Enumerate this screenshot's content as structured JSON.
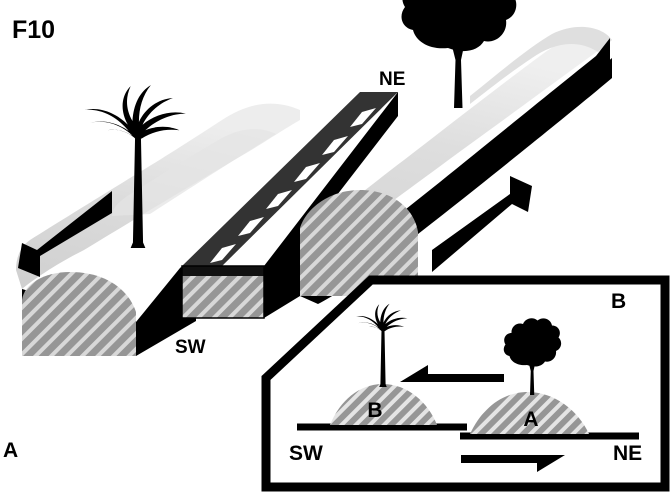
{
  "figure": {
    "id_label": "F10",
    "type": "geologic-block-diagram",
    "description": "Block diagram of a right-lateral strike-slip fault offsetting a ridge and a road, with cross-section inset"
  },
  "main_diagram": {
    "name": "block-diagram",
    "labels": {
      "corner_label": "F10",
      "sw_label": "SW",
      "ne_label": "NE",
      "part_label": "A"
    },
    "features": {
      "road_name": "road",
      "ridge_name": "ridge",
      "palm_tree_name": "palm-tree",
      "oak_tree_name": "oak-tree",
      "fault_name": "fault-trace",
      "left_arrow_name": "motion-arrow-southwest",
      "right_arrow_name": "motion-arrow-northeast"
    },
    "colors": {
      "block_top": "#d9d9d9",
      "block_top_light": "#ececec",
      "block_side": "#000000",
      "road": "#333333",
      "road_stripe": "#ffffff",
      "hatch_fill": "#969696",
      "hatch_line": "#d6d6d6",
      "outline": "#000000"
    }
  },
  "inset": {
    "name": "cross-section-inset",
    "part_label": "B",
    "labels": {
      "sw_label": "SW",
      "ne_label": "NE",
      "mound_near_label": "B",
      "mound_far_label": "A"
    },
    "features": {
      "palm_tree_name": "palm-tree",
      "oak_tree_name": "oak-tree",
      "left_arrow_name": "offset-arrow-left",
      "right_arrow_name": "offset-arrow-right",
      "near_line_name": "ground-line-near",
      "far_line_name": "ground-line-far"
    },
    "colors": {
      "border": "#000000",
      "background": "#ffffff",
      "hatch_fill": "#969696",
      "hatch_line": "#e0e0e0"
    }
  },
  "chart_data": {
    "type": "diagram",
    "title": "F10",
    "annotations": [
      "F10",
      "NE",
      "SW",
      "A",
      "B",
      "SW",
      "NE",
      "B",
      "A"
    ]
  }
}
